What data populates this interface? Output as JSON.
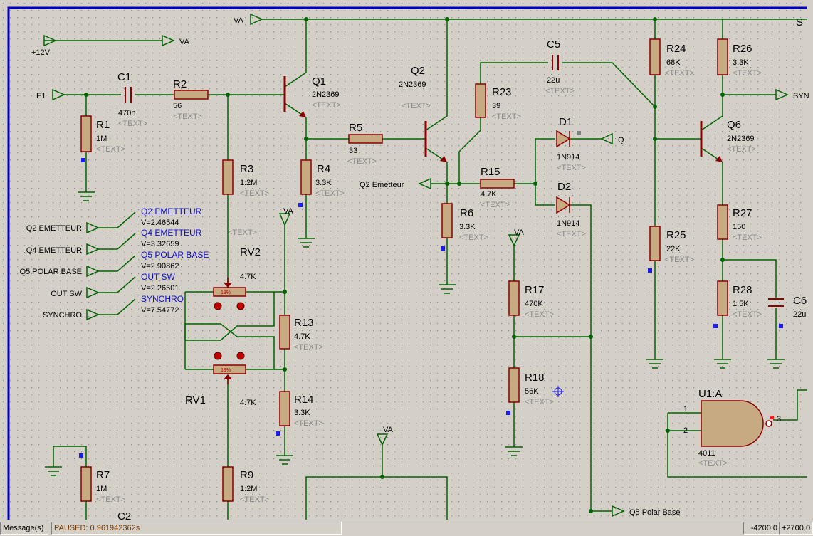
{
  "status": {
    "messages_tab": "Message(s)",
    "sim_status": "PAUSED: 0.961942362s",
    "coord_x": "-4200.0",
    "coord_y": "+2700.0"
  },
  "schematic": {
    "title_fragment": "S",
    "text_placeholder": "<TEXT>",
    "terminals": {
      "va_top": "VA",
      "va_arrow": "VA",
      "plus12v": "+12V",
      "e1": "E1",
      "q2_emetteur_out": "Q2 Emetteur",
      "q": "Q",
      "synchro_out": "SYN",
      "q5_polar_out": "Q5 Polar Base",
      "va_rv2": "VA",
      "va_r17": "VA",
      "va_bottom": "VA"
    },
    "probe_inputs": [
      "Q2 EMETTEUR",
      "Q4 EMETTEUR",
      "Q5 POLAR BASE",
      "OUT SW",
      "SYNCHRO"
    ],
    "voltage_probes": [
      {
        "name": "Q2 EMETTEUR",
        "value": "V=2.46544"
      },
      {
        "name": "Q4 EMETTEUR",
        "value": "V=3.32659"
      },
      {
        "name": "Q5 POLAR BASE",
        "value": "V=2.90862"
      },
      {
        "name": "OUT SW",
        "value": "V=2.26501"
      },
      {
        "name": "SYNCHRO",
        "value": "V=7.54772"
      }
    ],
    "components": {
      "c1": {
        "ref": "C1",
        "value": "470n"
      },
      "r2": {
        "ref": "R2",
        "value": "56"
      },
      "r1": {
        "ref": "R1",
        "value": "1M"
      },
      "q1": {
        "ref": "Q1",
        "value": "2N2369"
      },
      "r3": {
        "ref": "R3",
        "value": "1.2M"
      },
      "r4": {
        "ref": "R4",
        "value": "3.3K"
      },
      "r5": {
        "ref": "R5",
        "value": "33"
      },
      "q2": {
        "ref": "Q2",
        "value": "2N2369"
      },
      "r23": {
        "ref": "R23",
        "value": "39"
      },
      "c5": {
        "ref": "C5",
        "value": "22u"
      },
      "d1": {
        "ref": "D1",
        "value": "1N914"
      },
      "r15": {
        "ref": "R15",
        "value": "4.7K"
      },
      "d2": {
        "ref": "D2",
        "value": "1N914"
      },
      "r6": {
        "ref": "R6",
        "value": "3.3K"
      },
      "r24": {
        "ref": "R24",
        "value": "68K"
      },
      "r26": {
        "ref": "R26",
        "value": "3.3K"
      },
      "q6": {
        "ref": "Q6",
        "value": "2N2369"
      },
      "r25": {
        "ref": "R25",
        "value": "22K"
      },
      "r27": {
        "ref": "R27",
        "value": "150"
      },
      "r28": {
        "ref": "R28",
        "value": "1.5K"
      },
      "c6": {
        "ref": "C6",
        "value": "22u"
      },
      "rv2": {
        "ref": "RV2",
        "value": "4.7K",
        "position": "19%"
      },
      "rv1": {
        "ref": "RV1",
        "value": "4.7K",
        "position": "19%"
      },
      "r13": {
        "ref": "R13",
        "value": "4.7K"
      },
      "r14": {
        "ref": "R14",
        "value": "3.3K"
      },
      "r17": {
        "ref": "R17",
        "value": "470K"
      },
      "r18": {
        "ref": "R18",
        "value": "56K"
      },
      "u1a": {
        "ref": "U1:A",
        "value": "4011",
        "pin1": "1",
        "pin2": "2",
        "pin3": "3"
      },
      "r7": {
        "ref": "R7",
        "value": "1M"
      },
      "r9": {
        "ref": "R9",
        "value": "1.2M"
      },
      "c2": {
        "ref": "C2"
      }
    }
  },
  "colors": {
    "background": "#d4d0c8",
    "wire": "#006400",
    "component_outline": "#8b0000",
    "component_fill": "#c8aa82",
    "probe_text": "#1010d0",
    "frame": "#0000c0"
  }
}
